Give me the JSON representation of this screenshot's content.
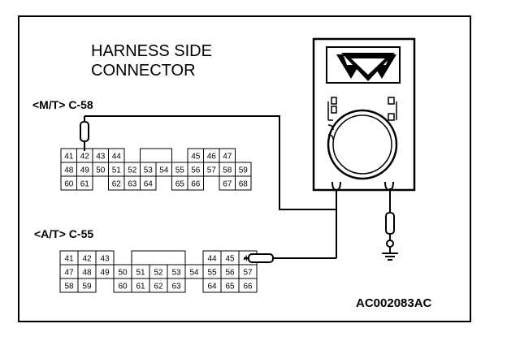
{
  "title_line1": "HARNESS SIDE",
  "title_line2": "CONNECTOR",
  "mt_connector": {
    "label": "<M/T> C-58",
    "rows": [
      [
        "41",
        "42",
        "43",
        "44",
        "",
        "",
        "",
        "",
        "45",
        "46",
        "47"
      ],
      [
        "48",
        "49",
        "50",
        "51",
        "52",
        "53",
        "54",
        "55",
        "56",
        "57",
        "58",
        "59"
      ],
      [
        "60",
        "61",
        "",
        "62",
        "63",
        "64",
        "",
        "65",
        "66",
        "",
        "67",
        "68"
      ]
    ]
  },
  "at_connector": {
    "label": "<A/T> C-55",
    "rows": [
      [
        "41",
        "42",
        "43",
        "",
        "",
        "",
        "",
        "",
        "44",
        "45",
        "46"
      ],
      [
        "47",
        "48",
        "49",
        "50",
        "51",
        "52",
        "53",
        "54",
        "55",
        "56",
        "57"
      ],
      [
        "58",
        "59",
        "",
        "60",
        "61",
        "62",
        "63",
        "",
        "64",
        "65",
        "66"
      ]
    ]
  },
  "figure_code": "AC002083AC",
  "icons": {
    "meter": "voltmeter-icon",
    "ground": "ground-icon",
    "probe": "probe-icon"
  }
}
